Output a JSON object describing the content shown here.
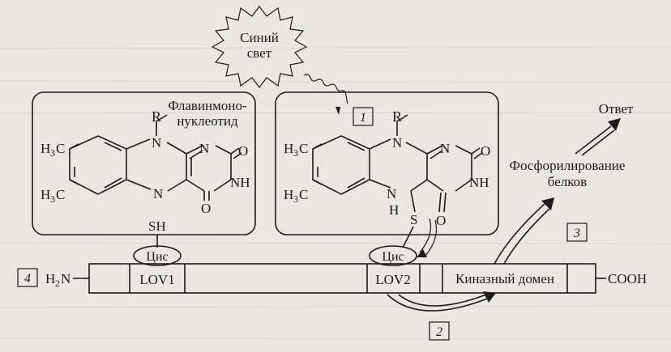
{
  "light": {
    "label_line1": "Синий",
    "label_line2": "свет"
  },
  "flavin": {
    "name_line1": "Флавинмоно-",
    "name_line2": "нуклеотид",
    "R": "R",
    "N": "N",
    "O": "O",
    "NH": "NH",
    "H": "H",
    "S": "S",
    "SH": "SH",
    "H3C": "H",
    "C": "C",
    "three": "3"
  },
  "protein": {
    "n_term": "H",
    "n_term_sub": "2",
    "n_term_end": "N",
    "lov1": "LOV1",
    "lov2": "LOV2",
    "cys": "Цис",
    "kinase": "Киназный домен",
    "c_term": "COOH"
  },
  "response": {
    "phos_line1": "Фосфорилирование",
    "phos_line2": "белков",
    "answer": "Ответ"
  },
  "steps": {
    "s1": "1",
    "s2": "2",
    "s3": "3",
    "s4": "4"
  }
}
